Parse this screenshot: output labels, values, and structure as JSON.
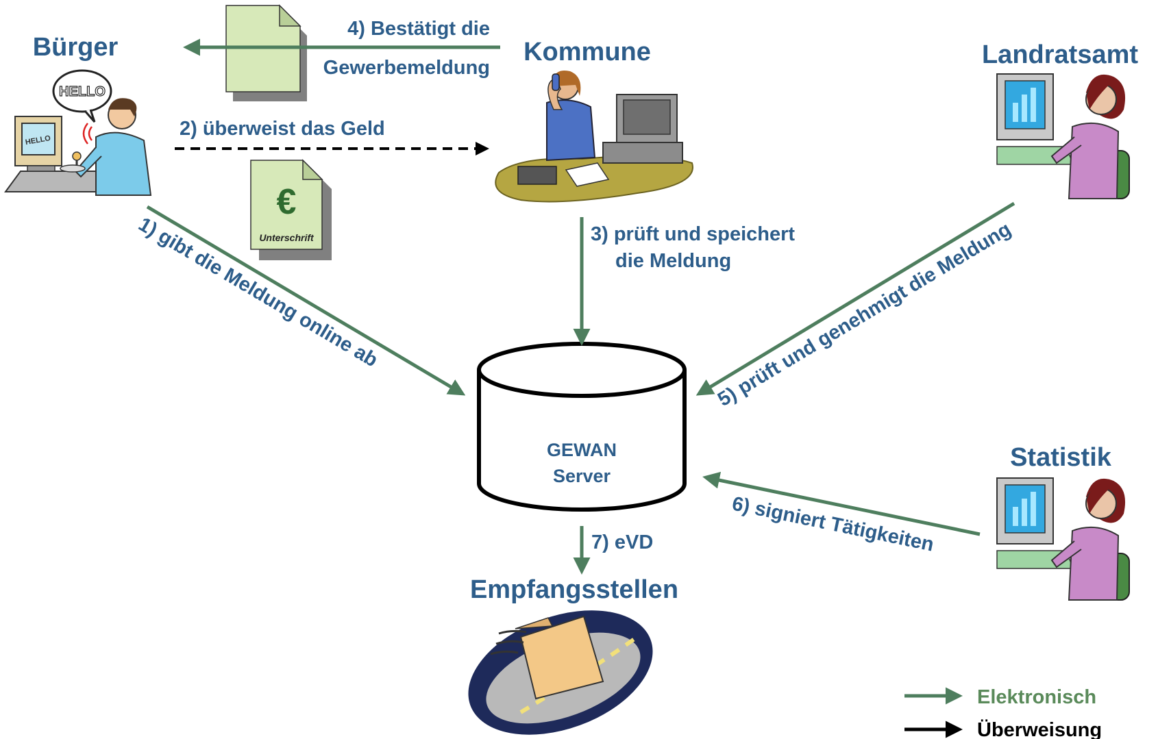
{
  "actors": {
    "buerger": "Bürger",
    "kommune": "Kommune",
    "landratsamt": "Landratsamt",
    "statistik": "Statistik",
    "empfangsstellen": "Empfangsstellen"
  },
  "server": {
    "line1": "GEWAN",
    "line2": "Server"
  },
  "steps": {
    "s1": "1) gibt die Meldung online ab",
    "s2": "2) überweist das Geld",
    "s3_line1": "3) prüft und speichert",
    "s3_line2": "die Meldung",
    "s4_line1": "4) Bestätigt die",
    "s4_line2": "Gewerbemeldung",
    "s5": "5) prüft und genehmigt die Meldung",
    "s6": "6) signiert Tätigkeiten",
    "s7": "7) eVD"
  },
  "clipart": {
    "hello_bubble": "HELLO",
    "hello_screen": "HELLO",
    "euro_symbol": "€",
    "signature": "Unterschrift"
  },
  "legend": {
    "electronic": "Elektronisch",
    "transfer": "Überweisung"
  },
  "colors": {
    "label_blue": "#2D5D8A",
    "electronic_green": "#4E7E5E",
    "transfer_black": "#000000",
    "document_green": "#D7E9B9",
    "legend_green": "#5A8A5A"
  },
  "icons": {
    "buerger": "person-at-computer-icon",
    "kommune": "clerk-on-phone-icon",
    "landratsamt": "woman-at-computer-icon",
    "statistik": "woman-at-computer-icon",
    "empfangsstellen": "folder-on-road-icon",
    "confirmation": "document-icon",
    "payment": "euro-document-icon"
  }
}
